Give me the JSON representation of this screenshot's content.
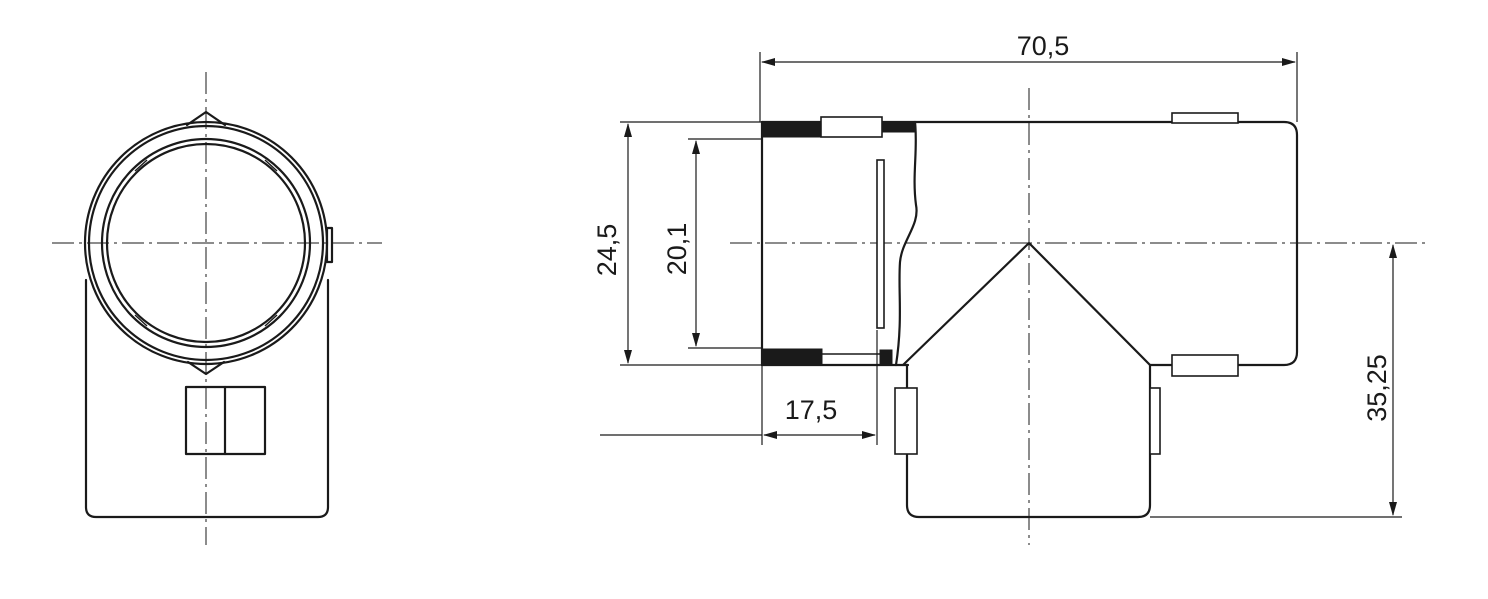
{
  "dimensions": {
    "overall_length": "70,5",
    "outer_diameter": "24,5",
    "inner_diameter": "20,1",
    "socket_depth": "17,5",
    "branch_height": "35,25"
  },
  "colors": {
    "line": "#1a1a1a",
    "background": "#ffffff"
  }
}
